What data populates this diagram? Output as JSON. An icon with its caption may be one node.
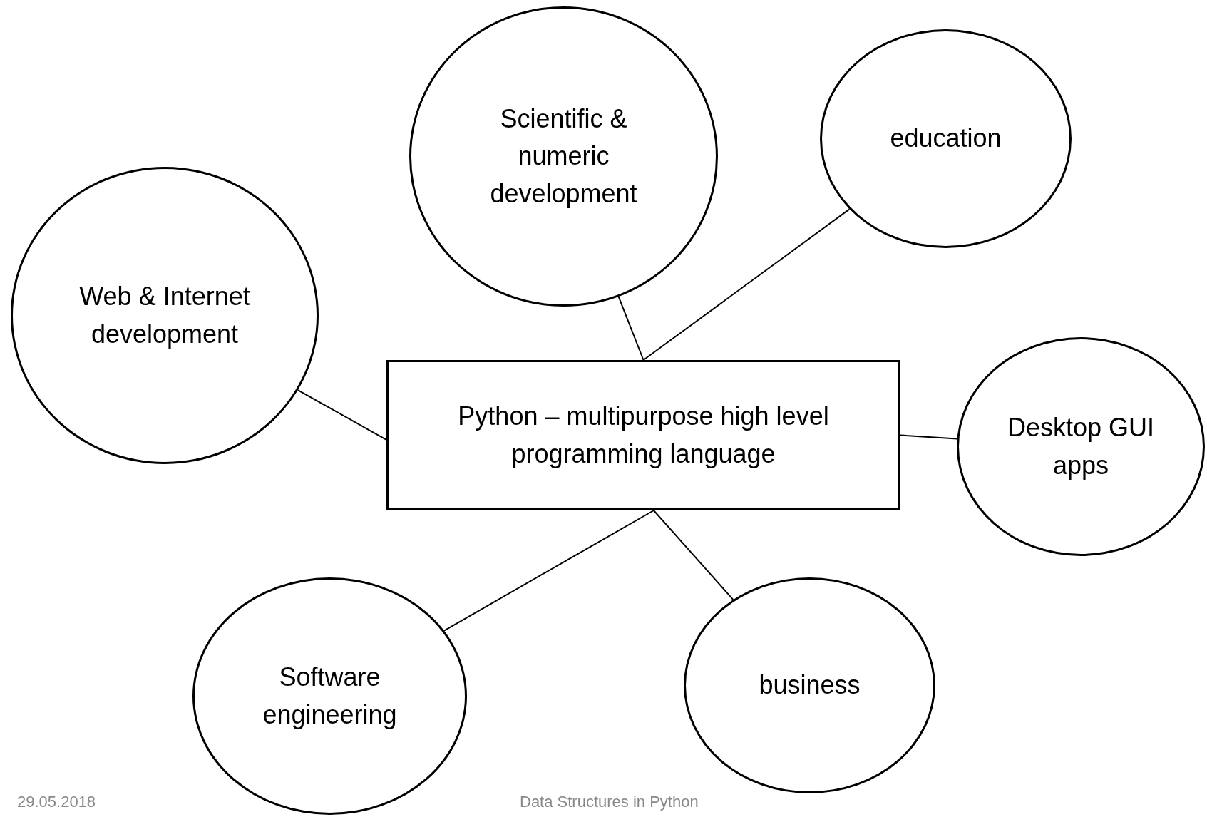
{
  "diagram": {
    "nodes": [
      {
        "text": [
          "Scientific & numeric development"
        ]
      },
      {
        "text": [
          "education"
        ]
      },
      {
        "text": [
          "Web & Internet development"
        ]
      },
      {
        "text": [
          "Python – multipurpose high level programming language"
        ]
      },
      {
        "text": [
          "Desktop GUI apps"
        ]
      },
      {
        "text": [
          "Software engineering"
        ]
      },
      {
        "text": [
          "business"
        ]
      }
    ],
    "edges": [
      {
        "from": 3,
        "to": 0,
        "arrow": "none"
      },
      {
        "from": 3,
        "to": 1,
        "arrow": "none"
      },
      {
        "from": 3,
        "to": 2,
        "arrow": "none"
      },
      {
        "from": 3,
        "to": 4,
        "arrow": "none"
      },
      {
        "from": 3,
        "to": 5,
        "arrow": "none"
      },
      {
        "from": 3,
        "to": 6,
        "arrow": "none"
      }
    ],
    "labels": [
      "29.05.2018",
      "Data Structures in Python"
    ]
  }
}
